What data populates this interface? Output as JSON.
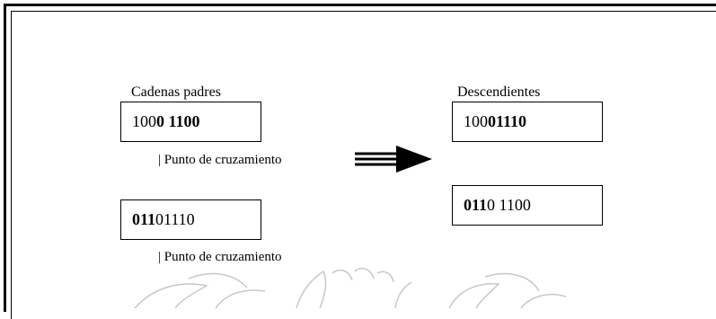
{
  "parents": {
    "heading": "Cadenas padres",
    "chromosome_1": {
      "normal": "100",
      "bold": "0 1100"
    },
    "chromosome_2": {
      "bold": "011",
      "normal": "01110"
    },
    "crossover_note_1": "| Punto de cruzamiento",
    "crossover_note_2": "| Punto de cruzamiento"
  },
  "offspring": {
    "heading": "Descendientes",
    "chromosome_1": {
      "normal": "100 ",
      "bold": "01110"
    },
    "chromosome_2": {
      "bold": "011",
      "normal": "0 1100"
    }
  },
  "arrow": {
    "direction": "right",
    "style": "double-shaft",
    "color": "#000000"
  },
  "watermark": {
    "description": "faint laurel / leaf pattern",
    "color": "#c8c8c8"
  }
}
